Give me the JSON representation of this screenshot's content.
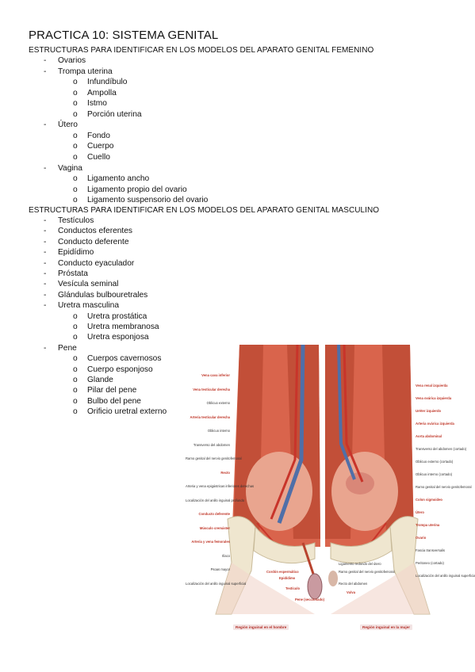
{
  "title": "PRACTICA 10: SISTEMA GENITAL",
  "female": {
    "heading": "ESTRUCTURAS PARA IDENTIFICAR EN LOS MODELOS DEL APARATO GENITAL FEMENINO",
    "items": [
      {
        "level": 1,
        "marker": "-",
        "text": "Ovarios"
      },
      {
        "level": 1,
        "marker": "-",
        "text": "Trompa uterina"
      },
      {
        "level": 2,
        "marker": "o",
        "text": "Infundíbulo"
      },
      {
        "level": 2,
        "marker": "o",
        "text": "Ampolla"
      },
      {
        "level": 2,
        "marker": "o",
        "text": "Istmo"
      },
      {
        "level": 2,
        "marker": "o",
        "text": "Porción uterina"
      },
      {
        "level": 1,
        "marker": "-",
        "text": "Útero"
      },
      {
        "level": 2,
        "marker": "o",
        "text": "Fondo"
      },
      {
        "level": 2,
        "marker": "o",
        "text": "Cuerpo"
      },
      {
        "level": 2,
        "marker": "o",
        "text": "Cuello"
      },
      {
        "level": 1,
        "marker": "-",
        "text": "Vagina"
      },
      {
        "level": 2,
        "marker": "o",
        "text": "Ligamento ancho"
      },
      {
        "level": 2,
        "marker": "o",
        "text": "Ligamento propio del ovario"
      },
      {
        "level": 2,
        "marker": "o",
        "text": "Ligamento suspensorio del ovario"
      }
    ]
  },
  "male": {
    "heading": "ESTRUCTURAS PARA IDENTIFICAR EN LOS MODELOS DEL APARATO GENITAL MASCULINO",
    "items": [
      {
        "level": 1,
        "marker": "-",
        "text": "Testículos"
      },
      {
        "level": 1,
        "marker": "-",
        "text": "Conductos eferentes"
      },
      {
        "level": 1,
        "marker": "-",
        "text": "Conducto deferente"
      },
      {
        "level": 1,
        "marker": "-",
        "text": "Epidídimo"
      },
      {
        "level": 1,
        "marker": "-",
        "text": "Conducto eyaculador"
      },
      {
        "level": 1,
        "marker": "-",
        "text": "Próstata"
      },
      {
        "level": 1,
        "marker": "-",
        "text": "Vesícula seminal"
      },
      {
        "level": 1,
        "marker": "-",
        "text": "Glándulas bulbouretrales"
      },
      {
        "level": 1,
        "marker": "-",
        "text": "Uretra masculina"
      },
      {
        "level": 2,
        "marker": "o",
        "text": "Uretra prostática"
      },
      {
        "level": 2,
        "marker": "o",
        "text": "Uretra membranosa"
      },
      {
        "level": 2,
        "marker": "o",
        "text": "Uretra esponjosa"
      },
      {
        "level": 1,
        "marker": "-",
        "text": "Pene"
      },
      {
        "level": 2,
        "marker": "o",
        "text": "Cuerpos cavernosos"
      },
      {
        "level": 2,
        "marker": "o",
        "text": "Cuerpo esponjoso"
      },
      {
        "level": 2,
        "marker": "o",
        "text": "Glande"
      },
      {
        "level": 2,
        "marker": "o",
        "text": "Pilar del pene"
      },
      {
        "level": 2,
        "marker": "o",
        "text": "Bulbo del pene"
      },
      {
        "level": 2,
        "marker": "o",
        "text": "Orificio uretral externo"
      }
    ]
  },
  "figure": {
    "labels_left": [
      "Vena cava inferior",
      "Vena testicular derecha",
      "Oblicuo externo",
      "Arteria testicular derecha",
      "Oblicuo interno",
      "Transverso del abdomen",
      "Ramo genital del nervio genitofemoral",
      "Recto",
      "Arteria y vena epigástricas inferiores derechas",
      "Localización del anillo inguinal profundo",
      "Conducto deferente",
      "Músculo cremáster",
      "Arteria y vena femorales",
      "Ilíaco",
      "Psoas mayor",
      "Localización del anillo inguinal superficial"
    ],
    "labels_right": [
      "Vena renal izquierda",
      "Vena ovárica izquierda",
      "Uréter izquierdo",
      "Arteria ovárica izquierda",
      "Aorta abdominal",
      "Transverso del abdomen (cortado)",
      "Oblicuo externo (cortado)",
      "Oblicuo interno (cortado)",
      "Ramo genital del nervio genitofemoral",
      "Colon sigmoideo",
      "Útero",
      "Trompa uterina",
      "Ovario",
      "Fascia transversalis",
      "Peritoneo (cortado)",
      "Localización del anillo inguinal superficial"
    ],
    "labels_bottom": [
      "Cordón espermático",
      "Epidídimo",
      "Testículo",
      "Pene (seccionado)",
      "Ligamento redondo del útero",
      "Ramo genital del nervio genitofemoral",
      "Recto del abdomen",
      "Vulva"
    ],
    "caption_left": "Región inguinal en el hombre",
    "caption_right": "Región inguinal en la mujer",
    "colors": {
      "muscle": "#d9644c",
      "muscle_dark": "#b8432e",
      "bone": "#efe6cf",
      "vein": "#4f6fa8",
      "artery": "#c8342a",
      "label_red": "#c0392b"
    }
  }
}
